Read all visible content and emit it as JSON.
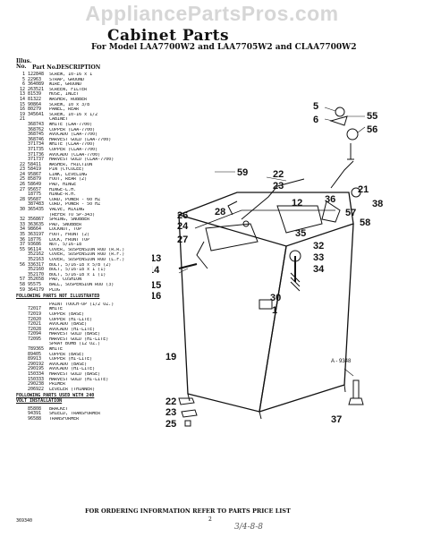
{
  "watermark": "AppliancePartsPros.com",
  "title": "Cabinet Parts",
  "subtitle": "For Model LAA7700W2 and LAA7705W2 and CLAA7700W2",
  "headers": {
    "ill": "Illus. No.",
    "part": "Part No.",
    "desc": "DESCRIPTION"
  },
  "parts": [
    {
      "ill": "1",
      "pn": "122848",
      "ds": "SCREW, 10-16 x 1"
    },
    {
      "ill": "5",
      "pn": "22963",
      "ds": "STRAP, GROUND"
    },
    {
      "ill": "6",
      "pn": "364089",
      "ds": "WIRE, GROUND"
    },
    {
      "ill": "12",
      "pn": "263521",
      "ds": "SCREEN, FILTER"
    },
    {
      "ill": "13",
      "pn": "81539",
      "ds": "HOSE, INLET"
    },
    {
      "ill": "14",
      "pn": "81322",
      "ds": "WASHER, RUBBER"
    },
    {
      "ill": "15",
      "pn": "90864",
      "ds": "SCREW, 10 x 3/8"
    },
    {
      "ill": "16",
      "pn": "80279",
      "ds": "PANEL, REAR"
    },
    {
      "ill": "19",
      "pn": "345641",
      "ds": "SCREW, 10-16 x 1/2"
    },
    {
      "ill": "21",
      "pn": "",
      "ds": "CABINET"
    },
    {
      "ill": "",
      "pn": "368743",
      "ds": "WHITE (LAA-7700)"
    },
    {
      "ill": "",
      "pn": "368762",
      "ds": "COPPER (LAA-7700)"
    },
    {
      "ill": "",
      "pn": "368745",
      "ds": "AVOCADO (LAA-7700)"
    },
    {
      "ill": "",
      "pn": "368746",
      "ds": "HARVEST GOLD (LAA-7700)"
    },
    {
      "ill": "",
      "pn": "371734",
      "ds": "WHITE (CLAA-7700)"
    },
    {
      "ill": "",
      "pn": "371735",
      "ds": "COPPER (CLAA-7700)"
    },
    {
      "ill": "",
      "pn": "371736",
      "ds": "AVOCADO (CLAA-7700)"
    },
    {
      "ill": "",
      "pn": "371737",
      "ds": "HARVEST GOLD (CLAA-7700)"
    },
    {
      "ill": "22",
      "pn": "58411",
      "ds": "WASHER, FRICTION"
    },
    {
      "ill": "23",
      "pn": "58419",
      "ds": "PIN (CYCOLEE)"
    },
    {
      "ill": "24",
      "pn": "95867",
      "ds": "LINK, LEVELING"
    },
    {
      "ill": "25",
      "pn": "85879",
      "ds": "FOOT, REAR (2)"
    },
    {
      "ill": "26",
      "pn": "58649",
      "ds": "PAD, HINGE"
    },
    {
      "ill": "27",
      "pn": "95657",
      "ds": "HINGE-L.H."
    },
    {
      "ill": "",
      "pn": "18775",
      "ds": "HINGE-R.H."
    },
    {
      "ill": "28",
      "pn": "95687",
      "ds": "CORD, POWER - 60 HZ"
    },
    {
      "ill": "",
      "pn": "387483",
      "ds": "CORD, POWER - 50 HZ"
    },
    {
      "ill": "30",
      "pn": "365435",
      "ds": "VALVE, MIXING"
    },
    {
      "ill": "",
      "pn": "",
      "ds": "(REFER TO SP-343)"
    },
    {
      "ill": "32",
      "pn": "356867",
      "ds": "SPRING, SNUBBER"
    },
    {
      "ill": "33",
      "pn": "363635",
      "ds": "PAD, SNUBBER"
    },
    {
      "ill": "34",
      "pn": "98664",
      "ds": "LOCKNUT, TOP"
    },
    {
      "ill": "35",
      "pn": "363197",
      "ds": "FOOT, FRONT (2)"
    },
    {
      "ill": "36",
      "pn": "18776",
      "ds": "LOCK, FRONT TOP"
    },
    {
      "ill": "37",
      "pn": "93686",
      "ds": "NUT, 5/16-18"
    },
    {
      "ill": "55",
      "pn": "96114",
      "ds": "COVER, SUSPENSION ROD (R.R.)"
    },
    {
      "ill": "",
      "pn": "352162",
      "ds": "COVER, SUSPENSION ROD (R.F.)"
    },
    {
      "ill": "",
      "pn": "352163",
      "ds": "COVER, SUSPENSION ROD (L.F.)"
    },
    {
      "ill": "56",
      "pn": "336317",
      "ds": "BOLT, 5/16-18 x 5/8 (2)"
    },
    {
      "ill": "",
      "pn": "352160",
      "ds": "BOLT, 5/16-18 x 1 (1)"
    },
    {
      "ill": "",
      "pn": "352170",
      "ds": "BOLT, 5/16-18 x 1 (1)"
    },
    {
      "ill": "57",
      "pn": "352658",
      "ds": "PAD, CUSHION"
    },
    {
      "ill": "58",
      "pn": "95575",
      "ds": "BALL, SUSPENSION ROD (3)"
    },
    {
      "ill": "59",
      "pn": "364179",
      "ds": "PLUG"
    }
  ],
  "section1": "FOLLOWING PARTS NOT ILLUSTRATED",
  "paint_header": "PAINT TOUCH-UP (1/2 OZ.)",
  "paint": [
    {
      "pn": "72017",
      "ds": "WHITE"
    },
    {
      "pn": "72019",
      "ds": "COPPER (BASE)"
    },
    {
      "pn": "72020",
      "ds": "COPPER (HI-LITE)"
    },
    {
      "pn": "72021",
      "ds": "AVOCADO (BASE)"
    },
    {
      "pn": "72028",
      "ds": "AVOCADO (HI-LITE)"
    },
    {
      "pn": "72094",
      "ds": "HARVEST GOLD (BASE)"
    },
    {
      "pn": "72095",
      "ds": "HARVEST GOLD (HI-LITE)"
    }
  ],
  "spray_header": "SPRAY BOMB (12 OZ.)",
  "spray": [
    {
      "pn": "789365",
      "ds": "WHITE"
    },
    {
      "pn": "89405",
      "ds": "COPPER (BASE)"
    },
    {
      "pn": "89913",
      "ds": "COPPER (HI-LITE)"
    },
    {
      "pn": "290192",
      "ds": "AVOCADO (BASE)"
    },
    {
      "pn": "290195",
      "ds": "AVOCADO (HI-LITE)"
    },
    {
      "pn": "150334",
      "ds": "HARVEST GOLD (BASE)"
    },
    {
      "pn": "150333",
      "ds": "HARVEST GOLD (HI-LITE)"
    },
    {
      "pn": "290238",
      "ds": "PRIMER"
    },
    {
      "pn": "206922",
      "ds": "LEVELER (THINNER)"
    }
  ],
  "section2": "FOLLOWING PARTS USED WITH 240 VOLT INSTALLATION",
  "volt": [
    {
      "pn": "85808",
      "ds": "BRACKET"
    },
    {
      "pn": "94391",
      "ds": "SHIELD, TRANSFORMER"
    },
    {
      "pn": "96588",
      "ds": "TRANSFORMER"
    }
  ],
  "footer_note": "FOR ORDERING INFORMATION REFER TO PARTS PRICE LIST",
  "footer_left": "369340",
  "page_num": "2",
  "handwritten": "3/4-8-8",
  "figure_label": "A - 9348",
  "callouts": {
    "c5": "5",
    "c6": "6",
    "c55": "55",
    "c56": "56",
    "c59": "59",
    "c22a": "22",
    "c23a": "23",
    "c26": "26",
    "c24": "24",
    "c28": "28",
    "c12": "12",
    "c36": "36",
    "c21": "21",
    "c57": "57",
    "c38": "38",
    "c58": "58",
    "c27": "27",
    "c14": "14",
    "c35": "35",
    "c32": "32",
    "c33": "33",
    "c34": "34",
    "c15": "15",
    "c16": "16",
    "c30": "30",
    "c1": "1",
    "c19": "19",
    "c22b": "22",
    "c23b": "23",
    "c25": "25",
    "c37": "37"
  }
}
